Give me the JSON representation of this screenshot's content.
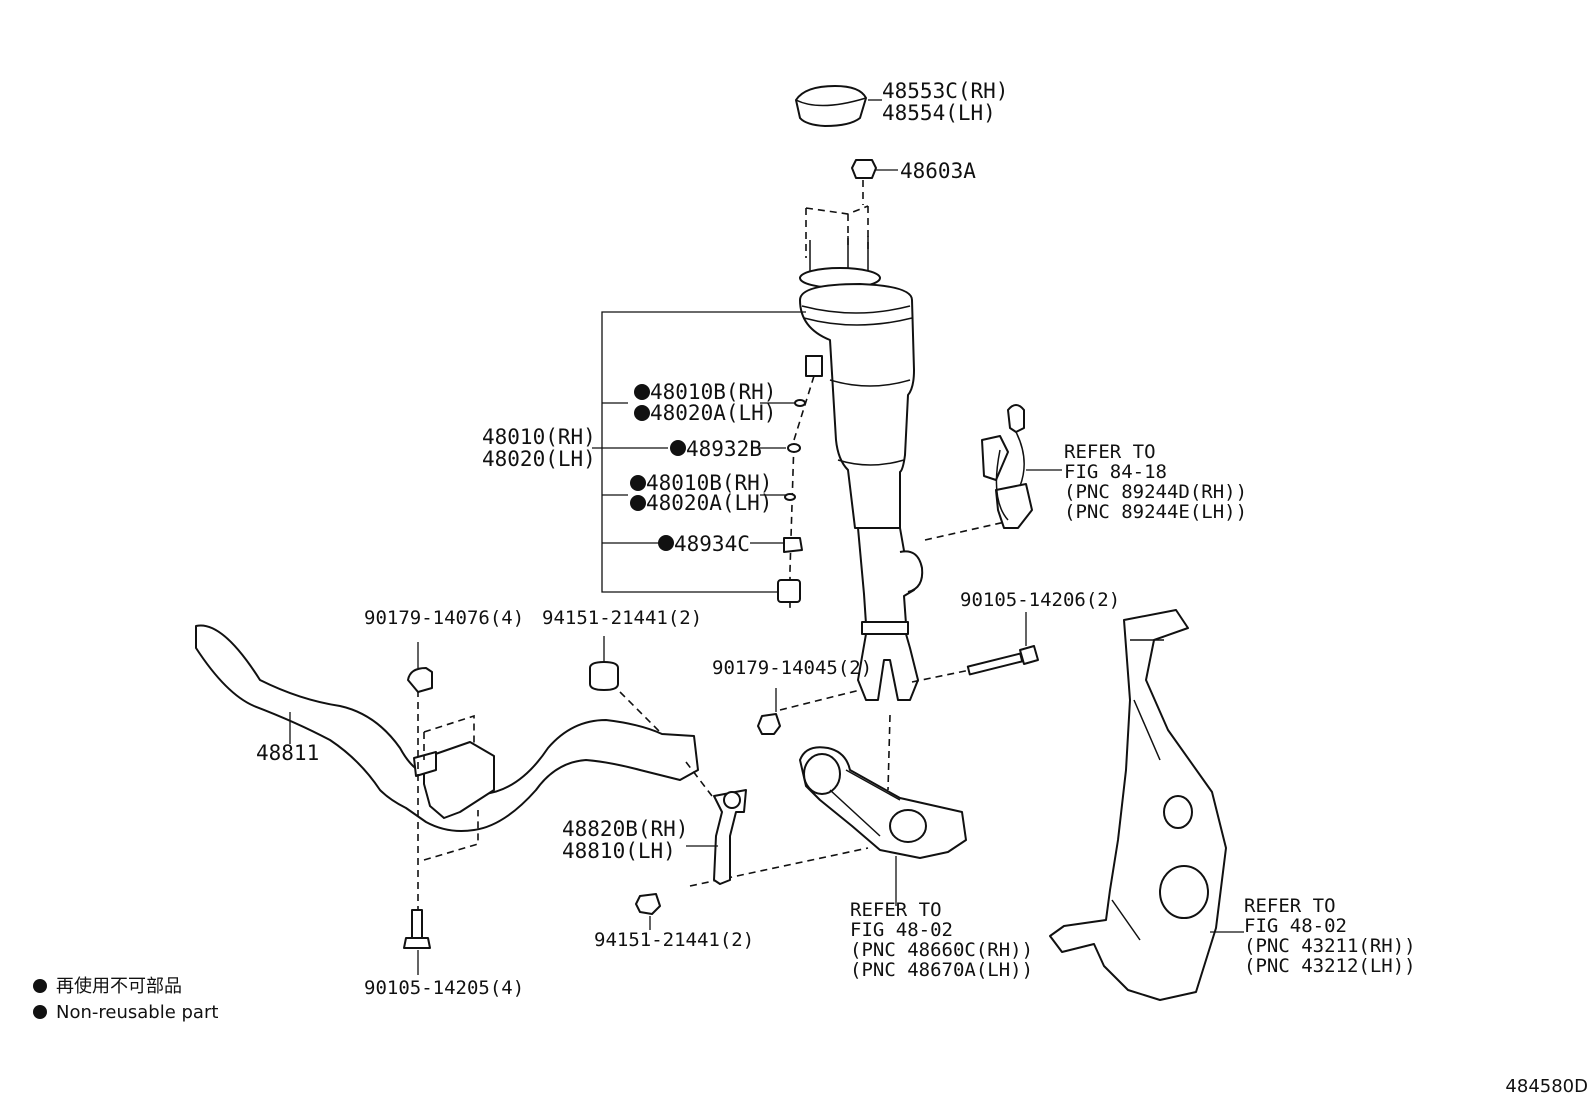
{
  "labels": {
    "cap": [
      "48553C(RH)",
      "48554(LH)"
    ],
    "nut": "48603A",
    "absorber": [
      "48010(RH)",
      "48020(LH)"
    ],
    "sub1": [
      "48010B(RH)",
      "48020A(LH)"
    ],
    "oring": "48932B",
    "sub2": [
      "48010B(RH)",
      "48020A(LH)"
    ],
    "clip": "48934C",
    "refer_sensor": [
      "REFER TO",
      "FIG 84-18",
      "(PNC 89244D(RH))",
      "(PNC 89244E(LH))"
    ],
    "bolt_strut": "90105-14206(2)",
    "bracket_bolt": "90179-14076(4)",
    "bushing_top": "94151-21441(2)",
    "nut_strut": "90179-14045(2)",
    "stabilizer": "48811",
    "link": [
      "48820B(RH)",
      "48810(LH)"
    ],
    "bushing_bottom": "94151-21441(2)",
    "bolt_bottom": "90105-14205(4)",
    "refer_arm": [
      "REFER TO",
      "FIG 48-02",
      "(PNC 48660C(RH))",
      "(PNC 48670A(LH))"
    ],
    "refer_knuckle": [
      "REFER TO",
      "FIG 48-02",
      "(PNC 43211(RH))",
      "(PNC 43212(LH))"
    ],
    "figure_id": "484580D"
  },
  "legend": {
    "jp": "再使用不可部品",
    "en": "Non-reusable part"
  },
  "icons": [
    "filled-circle-icon"
  ]
}
